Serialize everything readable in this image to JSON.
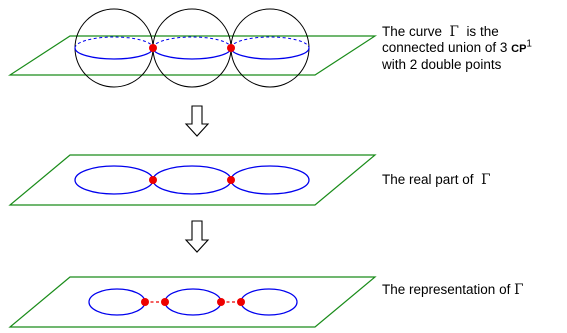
{
  "captions": {
    "curve": {
      "prefix": "The curve",
      "symbol": "Γ",
      "suffix": "is the",
      "line2_prefix": "connected union of 3",
      "cp": "CP",
      "cp_exponent": "1",
      "line3": "with 2 double points"
    },
    "real_part": {
      "text": "The real part of",
      "symbol": "Γ"
    },
    "representation": {
      "text": "The representation of",
      "symbol": "Γ"
    }
  },
  "colors": {
    "plane": "#1a8c1a",
    "curve": "#0000ee",
    "point": "#ee0000",
    "sphere": "#000000"
  },
  "icons": {
    "arrow": "down-arrow-icon"
  }
}
